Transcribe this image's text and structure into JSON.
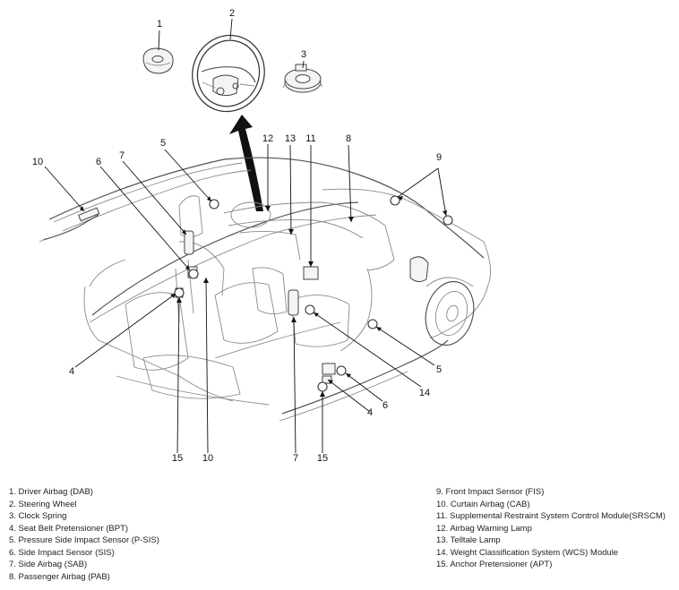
{
  "callouts": {
    "c1": "1",
    "c2": "2",
    "c3": "3",
    "c5a": "5",
    "c12": "12",
    "c13": "13",
    "c11": "11",
    "c8": "8",
    "c10a": "10",
    "c6a": "6",
    "c7a": "7",
    "c9": "9",
    "c4a": "4",
    "c5b": "5",
    "c14": "14",
    "c6b": "6",
    "c4b": "4",
    "c15a": "15",
    "c10b": "10",
    "c7b": "7",
    "c15b": "15"
  },
  "legend": {
    "left": [
      "1. Driver Airbag (DAB)",
      "2. Steering Wheel",
      "3. Clock Spring",
      "4. Seat Belt Pretensioner (BPT)",
      "5. Pressure Side Impact Sensor (P-SIS)",
      "6. Side Impact Sensor (SIS)",
      "7. Side Airbag (SAB)",
      "8. Passenger Airbag (PAB)"
    ],
    "right": [
      "9. Front Impact Sensor (FIS)",
      "10. Curtain Airbag (CAB)",
      "11. Supplemental Restraint System Control Module(SRSCM)",
      "12. Airbag Warning Lamp",
      "13. Telltale Lamp",
      "14. Weight Classification System (WCS) Module",
      "15. Anchor Pretensioner (APT)"
    ]
  }
}
